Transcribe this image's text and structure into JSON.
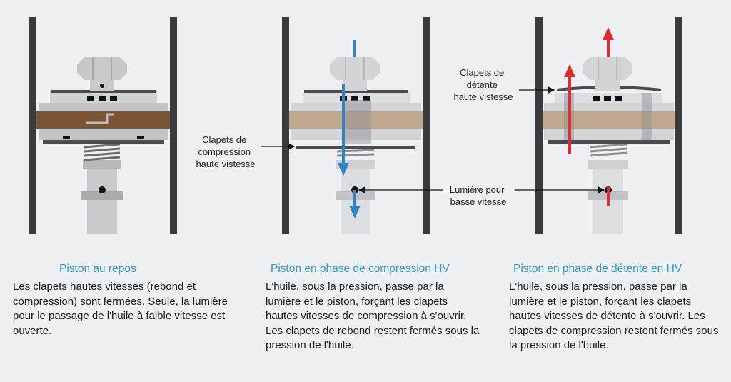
{
  "colors": {
    "background": "#eef0f4",
    "title": "#2e9bd6",
    "compression_arrow": "#2e86c9",
    "rebound_arrow": "#e32b2b",
    "wood": "#7a5434",
    "steel": "#c8c9cb"
  },
  "labels": {
    "compression_valves": [
      "Clapets de",
      "compression",
      "haute vistesse"
    ],
    "rebound_valves": [
      "Clapets de",
      "détente",
      "haute vistesse"
    ],
    "low_speed_port": [
      "Lumière pour",
      "basse vitesse"
    ]
  },
  "panels": [
    {
      "title": "Piston au repos",
      "description": "Les clapets hautes vitesses (rebond et compression) sont fermées. Seule, la lumière pour le passage de l'huile à faible vitesse est ouverte."
    },
    {
      "title": "Piston en phase de compression HV",
      "description": "L'huile, sous la pression, passe par la lumière et le piston, forçant les clapets hautes vitesses de compression à s'ouvrir. Les clapets de rebond restent fermés sous la pression de l'huile."
    },
    {
      "title": "Piston en phase de détente en HV",
      "description": "L'huile, sous la pression, passe par la lumière et le piston, forçant les clapets hautes vitesses de détente à s'ouvrir. Les clapets de compression restent fermés sous la pression de l'huile."
    }
  ]
}
